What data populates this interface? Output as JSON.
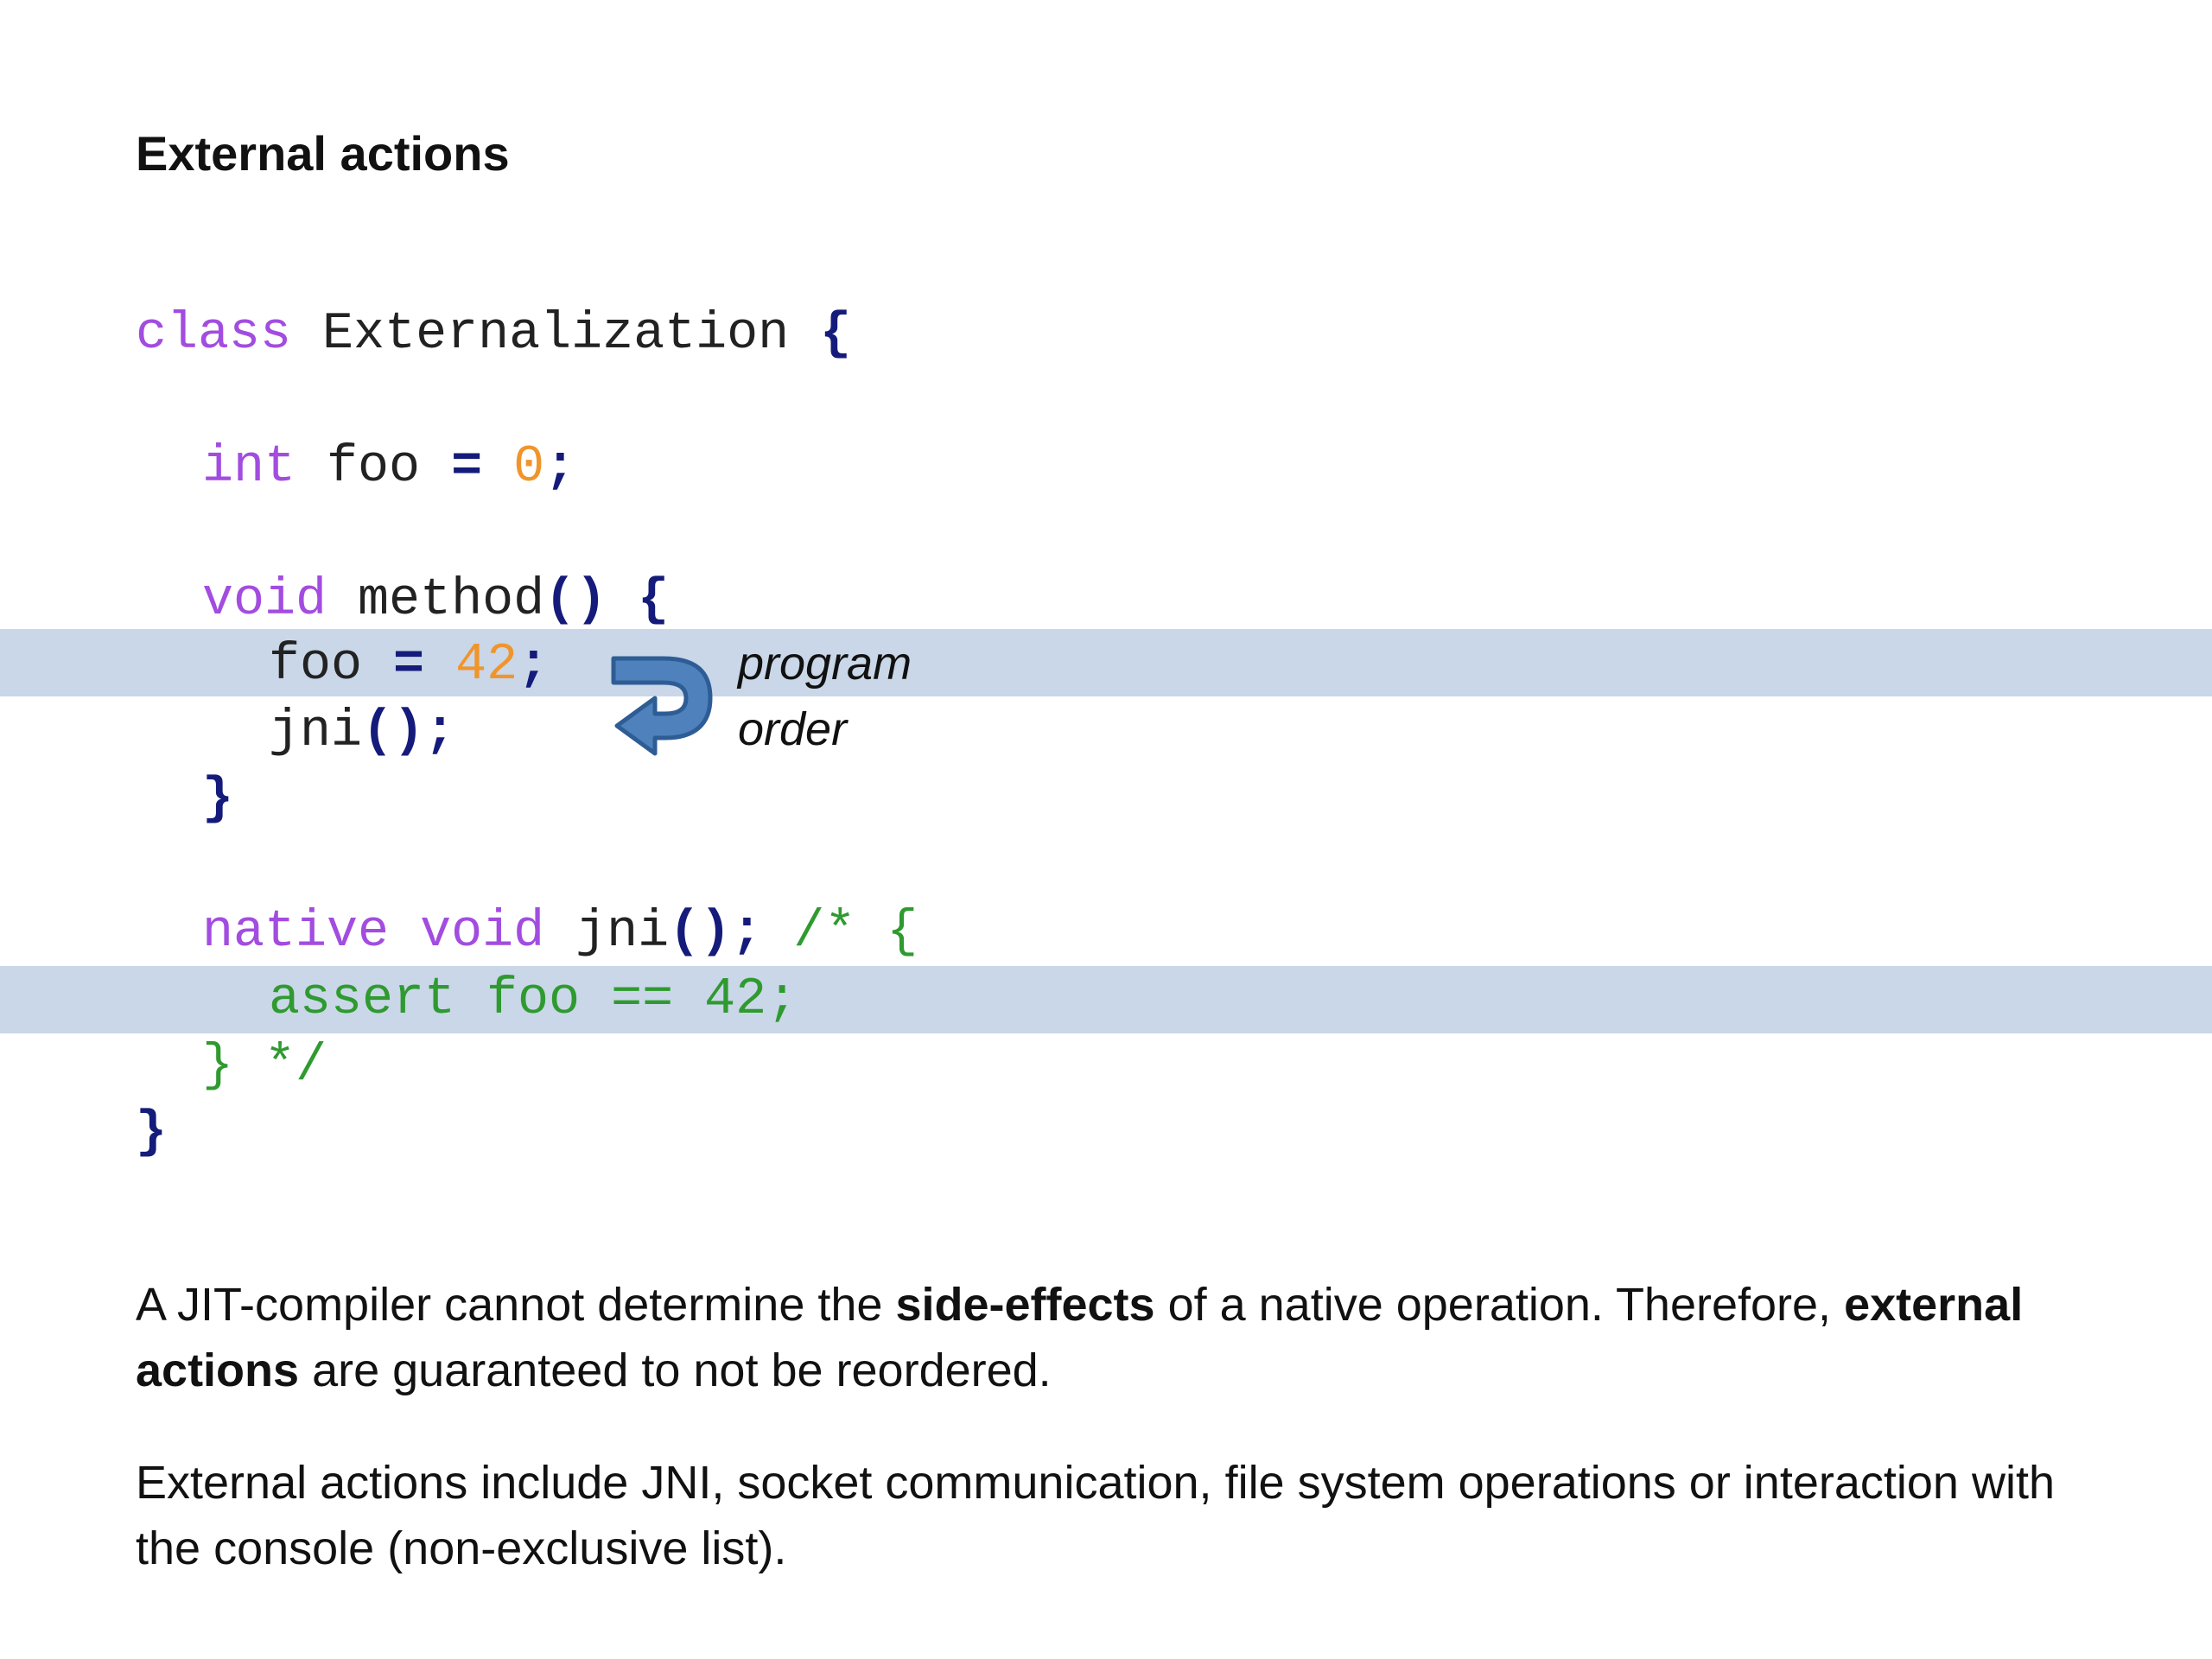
{
  "title": "External actions",
  "code": {
    "class_keyword": "class",
    "class_name": "Externalization",
    "open_brace": "{",
    "close_brace": "}",
    "int_keyword": "int",
    "foo_name": "foo",
    "assign_op": "=",
    "zero": "0",
    "semicolon": ";",
    "void_keyword": "void",
    "method_name": "method",
    "parens": "()",
    "forty_two": "42",
    "jni_name": "jni",
    "native_keyword": "native",
    "comment_open": "/* {",
    "assert_stmt": "assert foo == 42;",
    "comment_close": "} */"
  },
  "annotation": {
    "line1": "program",
    "line2": "order",
    "arrow_color": "#4f81bd",
    "arrow_stroke": "#2e5d95"
  },
  "highlight_color": "#c9d7e8",
  "paragraph1": {
    "t1": "A JIT-compiler cannot determine the ",
    "b1": "side-effects",
    "t2": " of a native operation. Therefore, ",
    "b2": "external actions",
    "t3": " are guaranteed to not be reordered."
  },
  "paragraph2": "External actions include JNI, socket communication, file system operations or interaction with the console (non-exclusive list)."
}
